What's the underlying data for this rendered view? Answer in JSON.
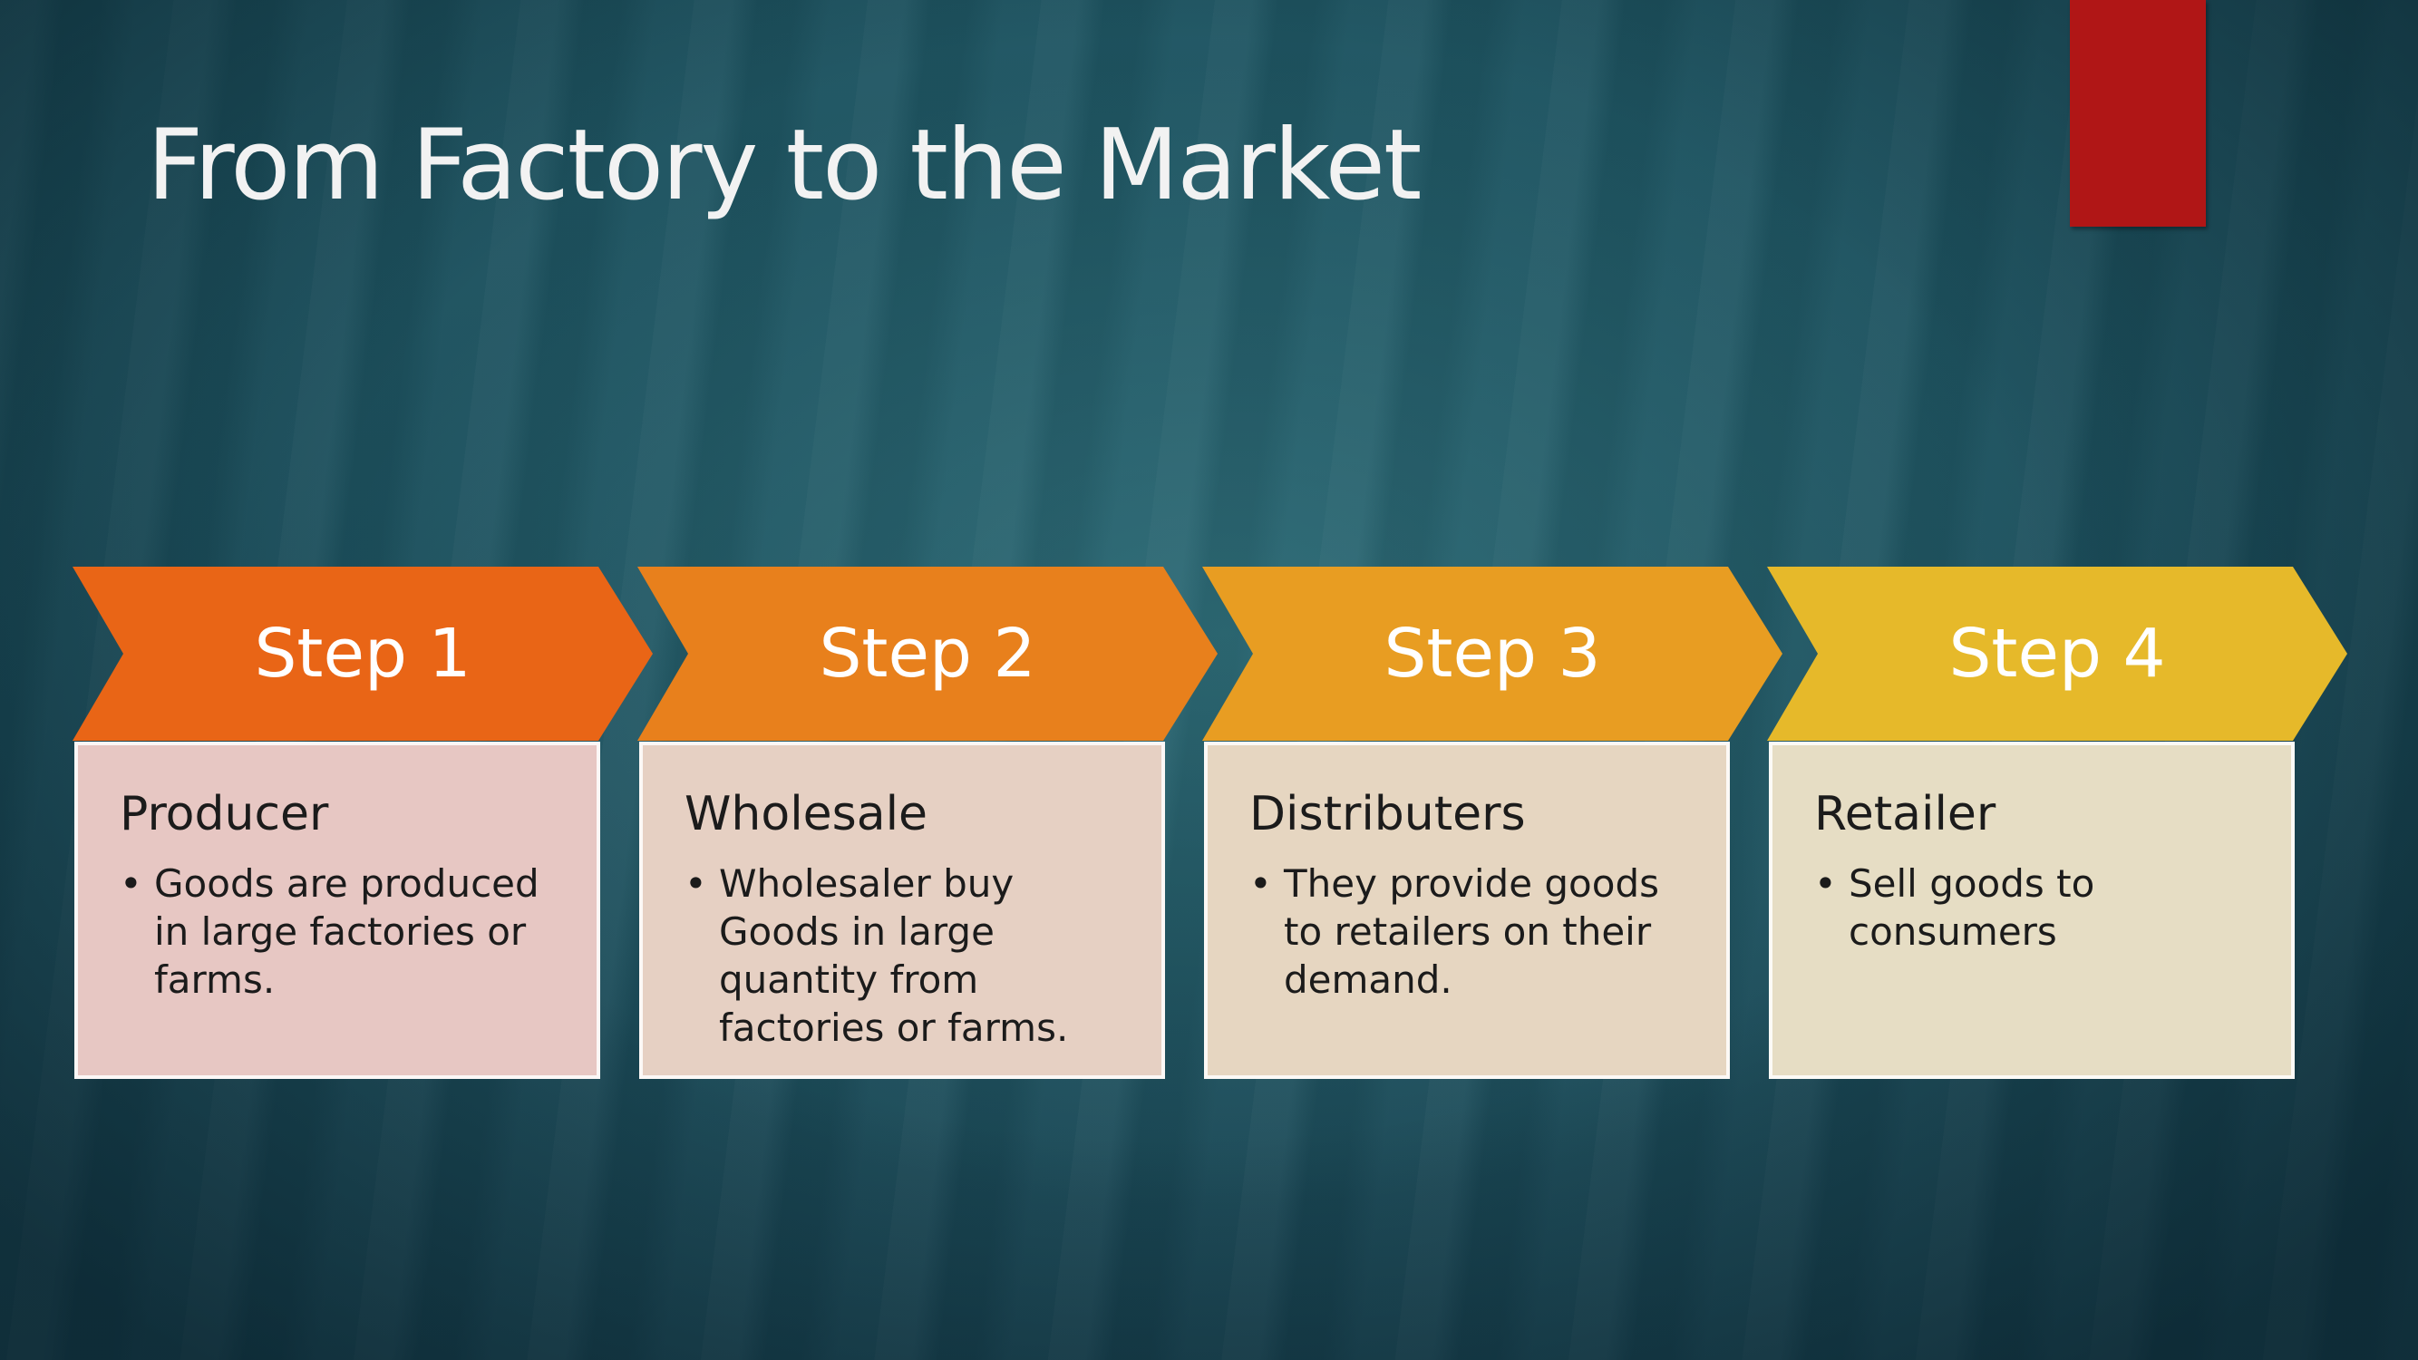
{
  "slide": {
    "title": "From Factory to the Market",
    "accent_color": "#b01616"
  },
  "steps": [
    {
      "label": "Step 1",
      "color": "#e96516",
      "card_color": "#e7c7c3",
      "heading": "Producer",
      "bullet_symbol": "•",
      "bullet": "Goods are produced in large factories or farms."
    },
    {
      "label": "Step 2",
      "color": "#e8801c",
      "card_color": "#e6d0c3",
      "heading": "Wholesale",
      "bullet_symbol": "•",
      "bullet": "Wholesaler buy Goods in large quantity from factories or farms."
    },
    {
      "label": "Step 3",
      "color": "#e89d22",
      "card_color": "#e6d6c1",
      "heading": "Distributers",
      "bullet_symbol": "•",
      "bullet": "They provide goods to retailers on their demand."
    },
    {
      "label": "Step 4",
      "color": "#e6b92a",
      "card_color": "#e6ddc4",
      "heading": "Retailer",
      "bullet_symbol": "•",
      "bullet": "Sell goods to consumers"
    }
  ]
}
